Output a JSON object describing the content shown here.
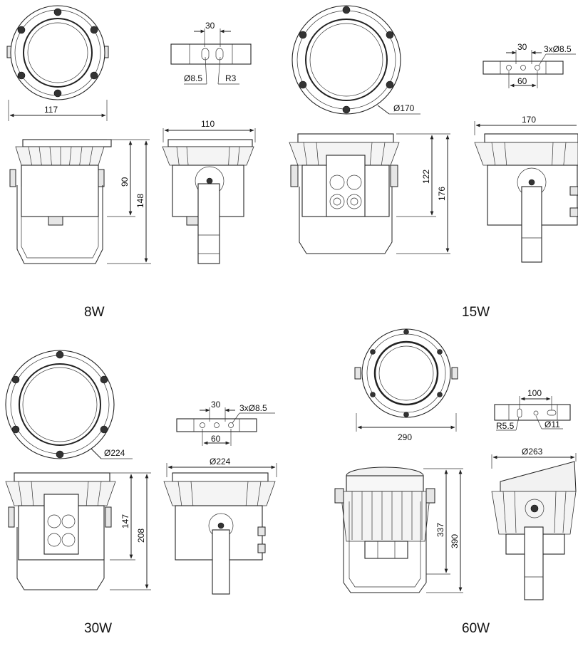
{
  "captions": {
    "p8": "8W",
    "p15": "15W",
    "p30": "30W",
    "p60": "60W"
  },
  "dims": {
    "d8_width": "117",
    "d8_bracket_spacing": "30",
    "d8_slot_dia": "Ø8.5",
    "d8_radius": "R3",
    "d8_side_width": "110",
    "d8_body_height": "90",
    "d8_total_height": "148",
    "d15_dia": "Ø170",
    "d15_bracket_spacing": "30",
    "d15_holes": "3xØ8.5",
    "d15_hole_spacing": "60",
    "d15_side_width": "170",
    "d15_body_height": "122",
    "d15_total_height": "176",
    "d30_dia": "Ø224",
    "d30_bracket_spacing": "30",
    "d30_holes": "3xØ8.5",
    "d30_hole_spacing": "60",
    "d30_side_dia": "Ø224",
    "d30_body_height": "147",
    "d30_total_height": "208",
    "d60_width": "290",
    "d60_bracket_spacing": "100",
    "d60_radius": "R5.5",
    "d60_hole_dia": "Ø11",
    "d60_side_dia": "Ø263",
    "d60_body_height": "337",
    "d60_total_height": "390"
  }
}
